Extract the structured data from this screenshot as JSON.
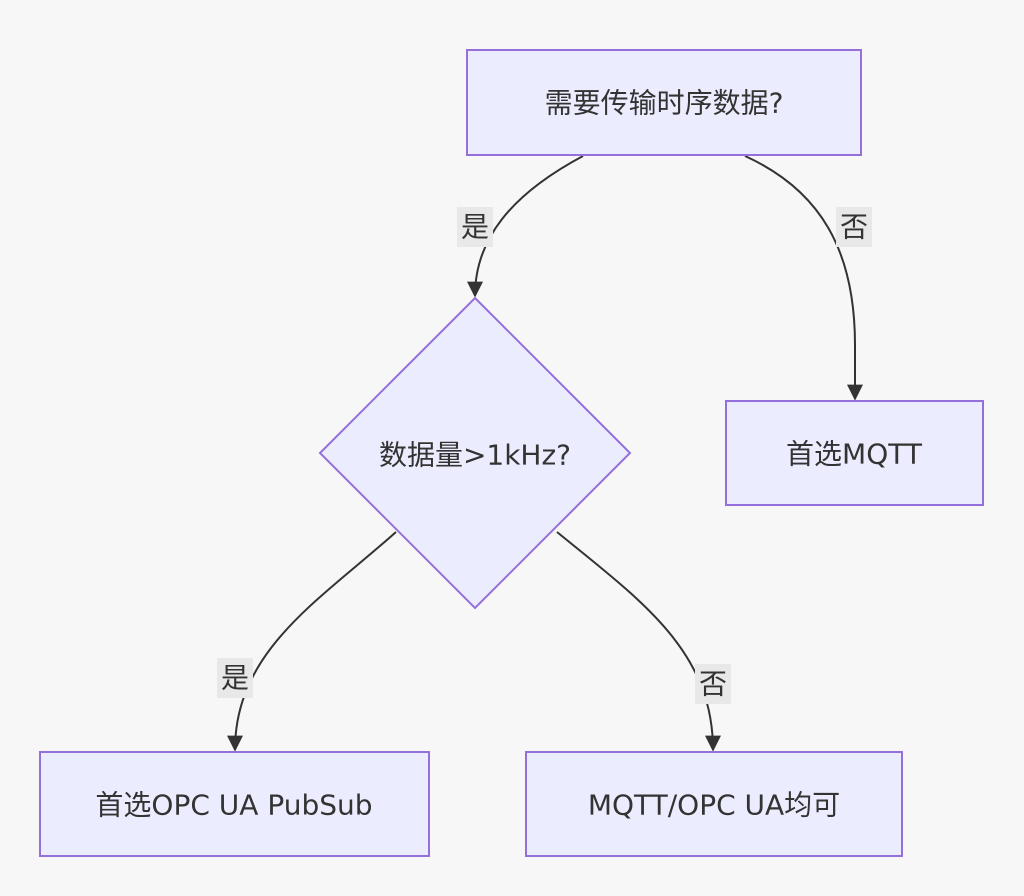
{
  "nodes": {
    "q1": {
      "label": "需要传输时序数据?"
    },
    "q2": {
      "label": "数据量>1kHz?"
    },
    "mqtt": {
      "label": "首选MQTT"
    },
    "opcua": {
      "label": "首选OPC UA PubSub"
    },
    "either": {
      "label": "MQTT/OPC UA均可"
    }
  },
  "edges": {
    "q1_yes": {
      "label": "是"
    },
    "q1_no": {
      "label": "否"
    },
    "q2_yes": {
      "label": "是"
    },
    "q2_no": {
      "label": "否"
    }
  },
  "colors": {
    "node_fill": "#ececff",
    "node_stroke": "#9370db",
    "edge": "#333333",
    "edge_label_bg": "#e8e8e8",
    "background": "#f7f7f7"
  }
}
